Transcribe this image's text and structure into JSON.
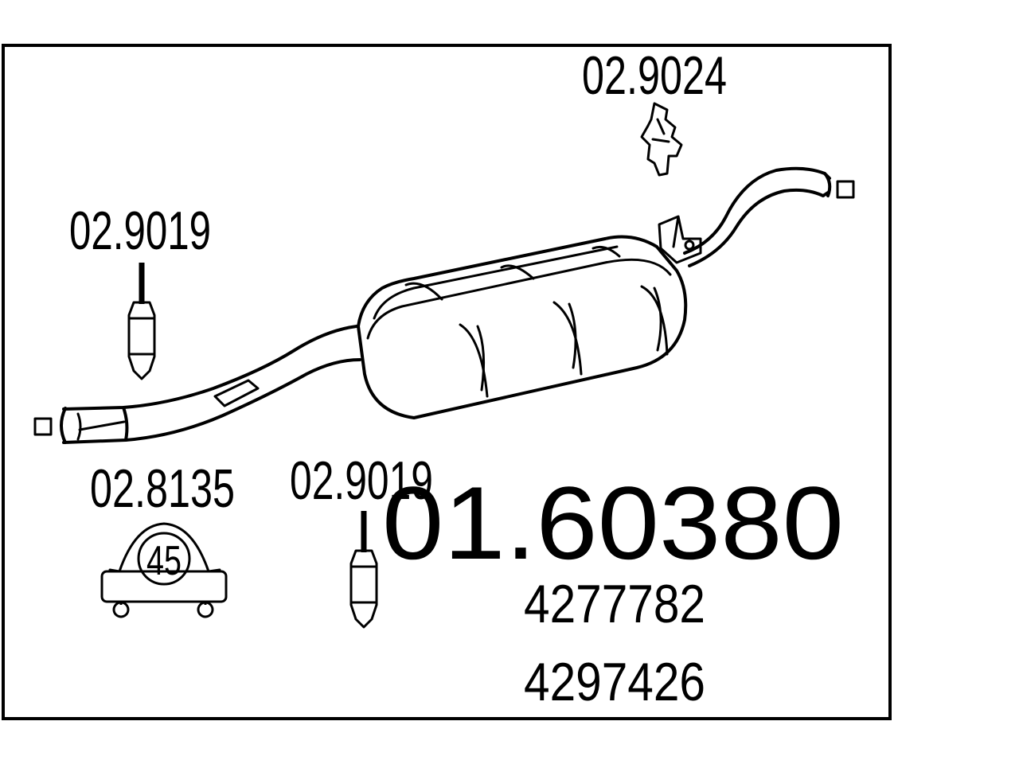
{
  "part_number": "01.60380",
  "oe_numbers": [
    "4277782",
    "4297426"
  ],
  "component_labels": {
    "hanger_top": "02.9024",
    "mount_left": "02.9019",
    "clamp": "02.8135",
    "mount_bottom": "02.9019"
  },
  "clamp_size": "45"
}
